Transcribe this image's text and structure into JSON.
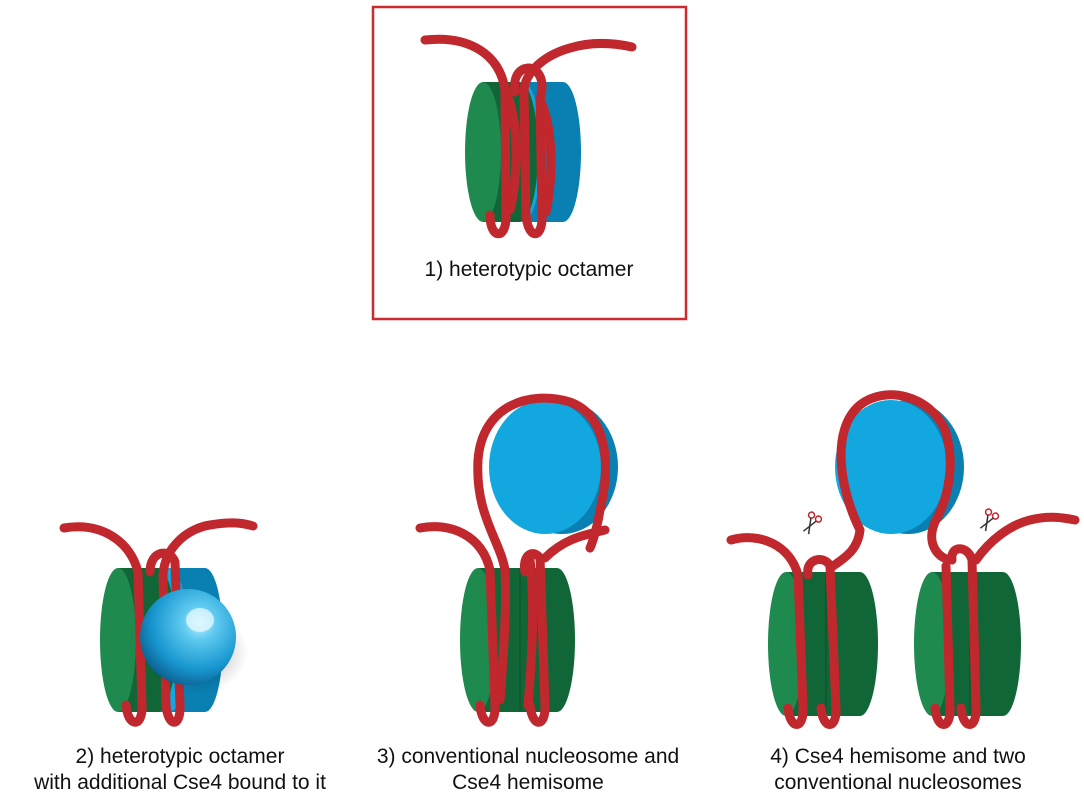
{
  "colors": {
    "histone_green": "#1e8a4e",
    "histone_green_dark": "#116638",
    "cse4_blue": "#13a7e0",
    "cse4_blue_dark": "#0a7fb2",
    "dna_red": "#c0282e",
    "highlight_box": "#cc2a30"
  },
  "panels": [
    {
      "id": "panel-1",
      "caption_lines": [
        "1) heterotypic octamer"
      ],
      "highlighted": true
    },
    {
      "id": "panel-2",
      "caption_lines": [
        "2) heterotypic octamer",
        "with additional Cse4 bound to it"
      ]
    },
    {
      "id": "panel-3",
      "caption_lines": [
        "3) conventional nucleosome and",
        "Cse4 hemisome"
      ]
    },
    {
      "id": "panel-4",
      "caption_lines": [
        "4) Cse4 hemisome and two",
        "conventional nucleosomes"
      ],
      "icons": [
        "scissors-icon",
        "scissors-icon"
      ]
    }
  ]
}
